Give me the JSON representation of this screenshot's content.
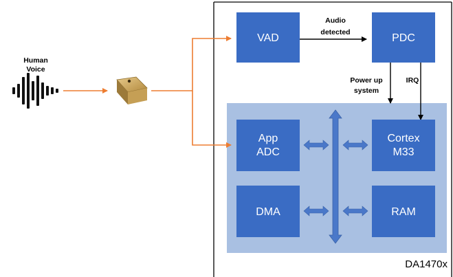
{
  "colors": {
    "block": "#3a6cc4",
    "subsystem_panel": "#a9c0e2",
    "bus": "#4a78c9",
    "signal_line": "#ed7d31",
    "chip_border": "#000000"
  },
  "input": {
    "label_line1": "Human",
    "label_line2": "Voice",
    "waveform_icon": "sound-wave-icon",
    "microphone_icon": "mems-microphone-icon"
  },
  "blocks": {
    "vad": "VAD",
    "pdc": "PDC",
    "app_adc_line1": "App",
    "app_adc_line2": "ADC",
    "cortex_line1": "Cortex",
    "cortex_line2": "M33",
    "dma": "DMA",
    "ram": "RAM"
  },
  "annotations": {
    "audio_detected_line1": "Audio",
    "audio_detected_line2": "detected",
    "power_up_line1": "Power up",
    "power_up_line2": "system",
    "irq": "IRQ"
  },
  "chip_name": "DA1470x"
}
